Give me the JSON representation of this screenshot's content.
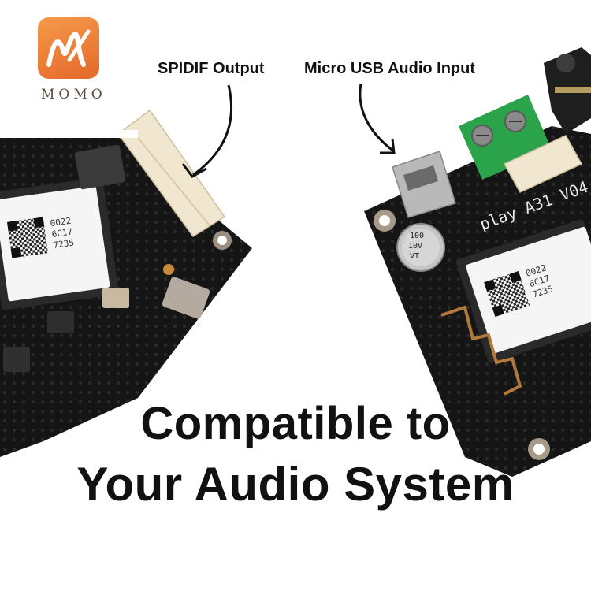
{
  "brand": {
    "logo_text": "MOMO"
  },
  "callouts": {
    "left": "SPIDIF Output",
    "right": "Micro USB Audio Input"
  },
  "headline": {
    "line1": "Compatible to",
    "line2": "Your Audio System"
  },
  "board_markings": {
    "left_module": [
      "0022",
      "6C17",
      "7235"
    ],
    "right_module": [
      "0022",
      "6C17",
      "7235"
    ],
    "capacitor": [
      "100",
      "10V",
      "VT"
    ],
    "silkscreen": "play A31 V04"
  },
  "colors": {
    "pcb": "#141414",
    "module_label": "#f4f4f4",
    "terminal_block": "#2aa34a",
    "connector": "#f1e6cf",
    "logo": "#ec7a34"
  }
}
